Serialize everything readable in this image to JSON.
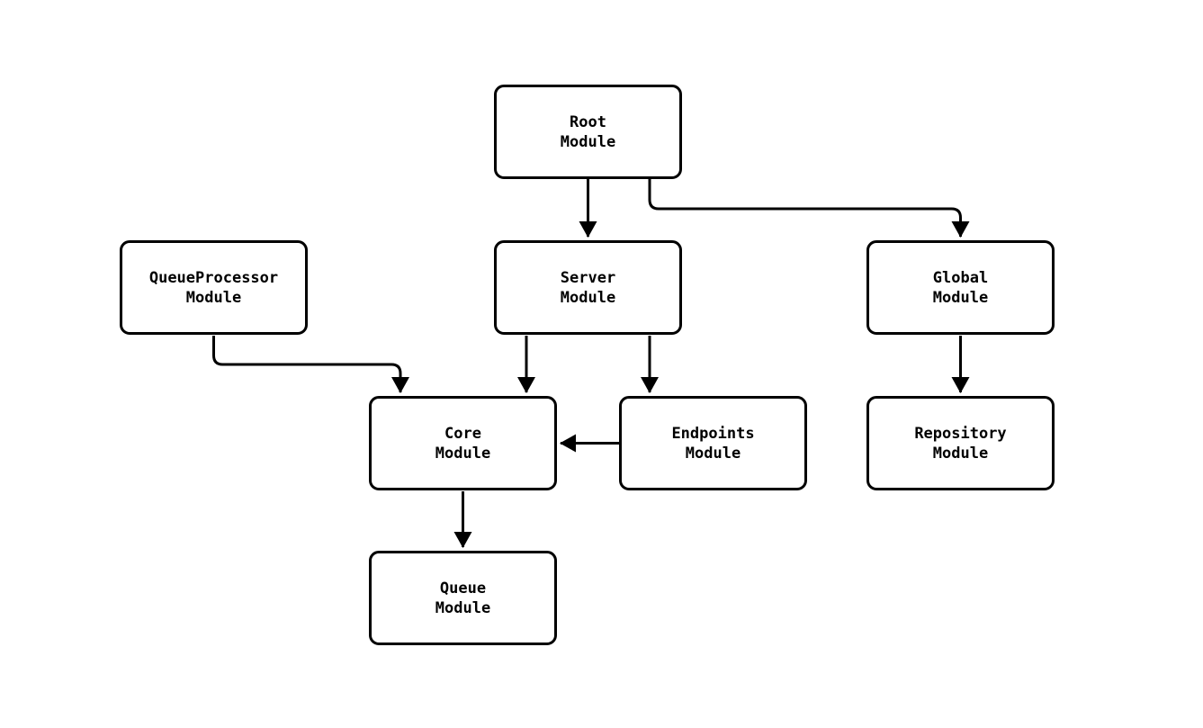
{
  "diagram": {
    "background_color": "#ffffff",
    "stroke_color": "#000000",
    "nodes": [
      {
        "id": "root",
        "label": "Root\nModule"
      },
      {
        "id": "queue-processor",
        "label": "QueueProcessor\nModule"
      },
      {
        "id": "server",
        "label": "Server\nModule"
      },
      {
        "id": "global",
        "label": "Global\nModule"
      },
      {
        "id": "core",
        "label": "Core\nModule"
      },
      {
        "id": "endpoints",
        "label": "Endpoints\nModule"
      },
      {
        "id": "repository",
        "label": "Repository\nModule"
      },
      {
        "id": "queue",
        "label": "Queue\nModule"
      }
    ],
    "edges": [
      {
        "from": "root",
        "to": "server"
      },
      {
        "from": "root",
        "to": "global"
      },
      {
        "from": "queue-processor",
        "to": "core"
      },
      {
        "from": "server",
        "to": "core"
      },
      {
        "from": "server",
        "to": "endpoints"
      },
      {
        "from": "endpoints",
        "to": "core"
      },
      {
        "from": "global",
        "to": "repository"
      },
      {
        "from": "core",
        "to": "queue"
      }
    ]
  }
}
